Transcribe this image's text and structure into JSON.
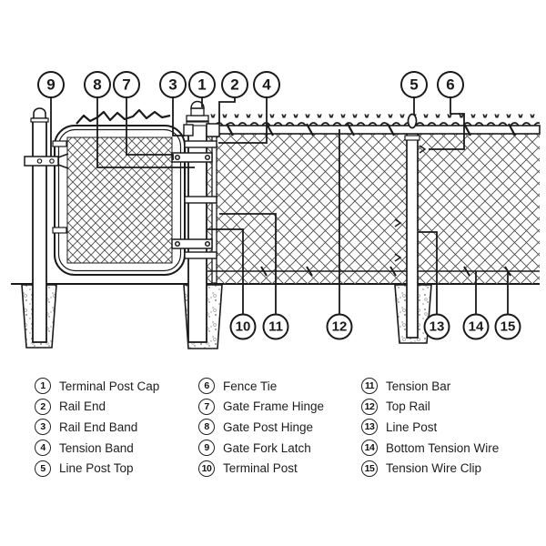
{
  "title": "Chain-link fence and gate parts diagram",
  "colors": {
    "line": "#1a1a1a",
    "mesh_line": "#4d4d4d",
    "concrete_dot": "#8c8c8c",
    "background": "#ffffff"
  },
  "diagram": {
    "callouts": {
      "c1": "1",
      "c2": "2",
      "c3": "3",
      "c4": "4",
      "c5": "5",
      "c6": "6",
      "c7": "7",
      "c8": "8",
      "c9": "9",
      "c10": "10",
      "c11": "11",
      "c12": "12",
      "c13": "13",
      "c14": "14",
      "c15": "15"
    }
  },
  "legend": {
    "columns": [
      {
        "items": [
          {
            "number": "1",
            "label": "Terminal Post Cap"
          },
          {
            "number": "2",
            "label": "Rail End"
          },
          {
            "number": "3",
            "label": "Rail End Band"
          },
          {
            "number": "4",
            "label": "Tension Band"
          },
          {
            "number": "5",
            "label": "Line Post Top"
          }
        ]
      },
      {
        "items": [
          {
            "number": "6",
            "label": "Fence Tie"
          },
          {
            "number": "7",
            "label": "Gate Frame Hinge"
          },
          {
            "number": "8",
            "label": "Gate Post Hinge"
          },
          {
            "number": "9",
            "label": "Gate Fork Latch"
          },
          {
            "number": "10",
            "label": "Terminal Post"
          }
        ]
      },
      {
        "items": [
          {
            "number": "11",
            "label": "Tension Bar"
          },
          {
            "number": "12",
            "label": "Top Rail"
          },
          {
            "number": "13",
            "label": "Line Post"
          },
          {
            "number": "14",
            "label": "Bottom Tension Wire"
          },
          {
            "number": "15",
            "label": "Tension Wire Clip"
          }
        ]
      }
    ]
  }
}
